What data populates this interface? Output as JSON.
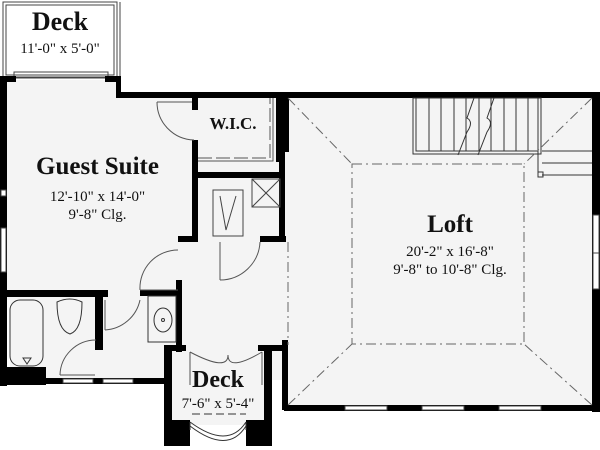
{
  "plan": {
    "rooms": [
      {
        "id": "deck-top",
        "name": "Deck",
        "dimensions": "11'-0\" x 5'-0\""
      },
      {
        "id": "guest-suite",
        "name": "Guest Suite",
        "dimensions": "12'-10\" x 14'-0\"",
        "ceiling": "9'-8\" Clg."
      },
      {
        "id": "wic",
        "name": "W.I.C."
      },
      {
        "id": "loft",
        "name": "Loft",
        "dimensions": "20'-2\" x 16'-8\"",
        "ceiling": "9'-8\" to 10'-8\" Clg."
      },
      {
        "id": "deck-bottom",
        "name": "Deck",
        "dimensions": "7'-6\" x 5'-4\""
      }
    ],
    "colors": {
      "wall": "#000000",
      "floor": "#f4f4f4",
      "line": "#555555",
      "background": "#ffffff"
    }
  }
}
